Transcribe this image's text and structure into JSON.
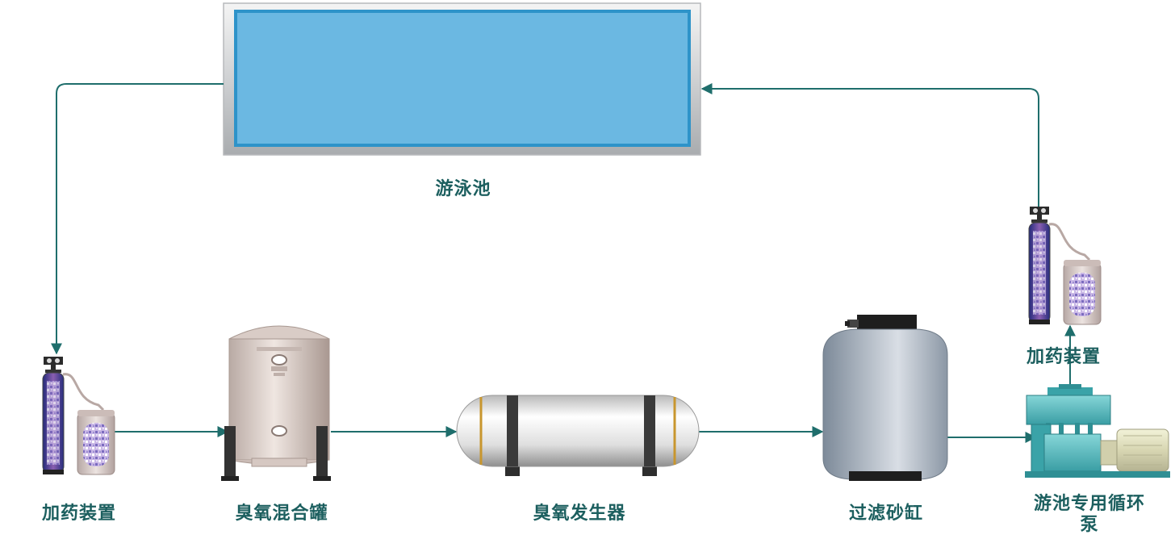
{
  "pool": {
    "label": "游泳池"
  },
  "equipment": {
    "dosing_left": {
      "label": "加药装置"
    },
    "ozone_mixing_tank": {
      "label": "臭氧混合罐"
    },
    "ozone_generator": {
      "label": "臭氧发生器"
    },
    "sand_filter": {
      "label": "过滤砂缸"
    },
    "circulation_pump": {
      "label_line1": "游池专用循环",
      "label_line2": "泵"
    },
    "dosing_right": {
      "label": "加药装置"
    }
  },
  "colors": {
    "pipe": "#1f6e6c",
    "label": "#1c5f5f",
    "water": "#6bb8e2"
  }
}
